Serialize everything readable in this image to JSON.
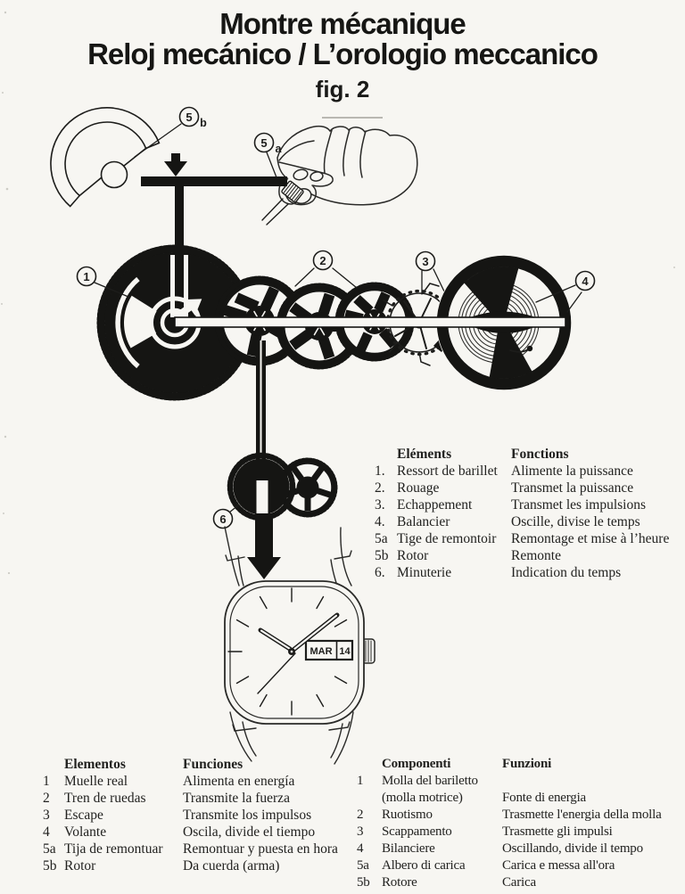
{
  "colors": {
    "ink": "#1d1d1b",
    "paper": "#f7f6f2"
  },
  "page": {
    "title_fr": "Montre mécanique",
    "title_es_it": "Reloj mecánico / L’orologio meccanico",
    "figure_label": "fig. 2"
  },
  "diagram": {
    "labels": {
      "barrel": "1",
      "train": "2",
      "escapement": "3",
      "balance": "4",
      "stem_num": "5",
      "stem_suffix": "a",
      "rotor_num": "5",
      "rotor_suffix": "b",
      "motion_work": "6"
    },
    "watch": {
      "date_day": "MAR",
      "date_number": "14"
    }
  },
  "tables": {
    "french": {
      "element_header": "Eléments",
      "function_header": "Fonctions",
      "rows": [
        {
          "num": "1.",
          "element": "Ressort de barillet",
          "function": "Alimente la puissance"
        },
        {
          "num": "2.",
          "element": "Rouage",
          "function": "Transmet la puissance"
        },
        {
          "num": "3.",
          "element": "Echappement",
          "function": "Transmet les impulsions"
        },
        {
          "num": "4.",
          "element": "Balancier",
          "function": "Oscille, divise le temps"
        },
        {
          "num": "5a",
          "element": "Tige de remontoir",
          "function": "Remontage et mise à l’heure"
        },
        {
          "num": "5b",
          "element": "Rotor",
          "function": "Remonte"
        },
        {
          "num": "6.",
          "element": "Minuterie",
          "function": "Indication du temps"
        }
      ]
    },
    "spanish": {
      "element_header": "Elementos",
      "function_header": "Funciones",
      "rows": [
        {
          "num": "1",
          "element": "Muelle real",
          "function": "Alimenta en energía"
        },
        {
          "num": "",
          "element": "",
          "function": ""
        },
        {
          "num": "2",
          "element": "Tren de ruedas",
          "function": "Transmite la fuerza"
        },
        {
          "num": "3",
          "element": "Escape",
          "function": "Transmite los impulsos"
        },
        {
          "num": "4",
          "element": "Volante",
          "function": "Oscila, divide el tiempo"
        },
        {
          "num": "5a",
          "element": "Tija de remontuar",
          "function": "Remontuar y puesta en hora"
        },
        {
          "num": "5b",
          "element": "Rotor",
          "function": "Da cuerda (arma)"
        }
      ]
    },
    "italian": {
      "element_header": "Componenti",
      "function_header": "Funzioni",
      "rows": [
        {
          "num": "1",
          "element": "Molla del bariletto",
          "function": ""
        },
        {
          "num": "",
          "element": "(molla motrice)",
          "function": "Fonte di energia"
        },
        {
          "num": "2",
          "element": "Ruotismo",
          "function": "Trasmette l'energia della molla"
        },
        {
          "num": "3",
          "element": "Scappamento",
          "function": "Trasmette gli impulsi"
        },
        {
          "num": "4",
          "element": "Bilanciere",
          "function": "Oscillando, divide il tempo"
        },
        {
          "num": "5a",
          "element": "Albero di carica",
          "function": "Carica e messa all'ora"
        },
        {
          "num": "5b",
          "element": "Rotore",
          "function": "Carica"
        }
      ]
    }
  }
}
